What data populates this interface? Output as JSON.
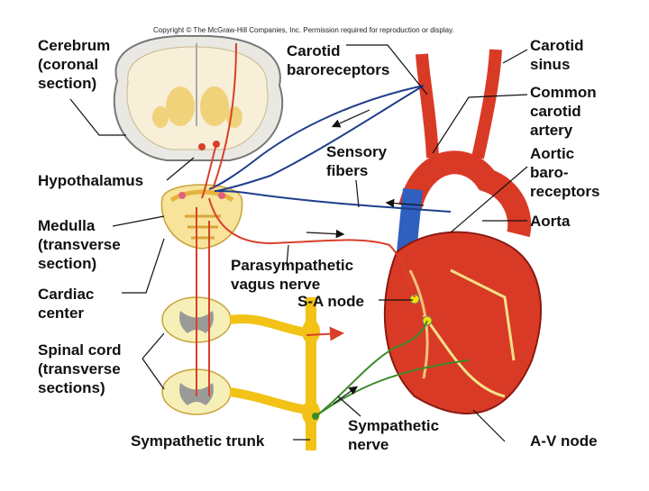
{
  "copyright": "Copyright © The McGraw-Hill Companies, Inc. Permission required for reproduction or display.",
  "labels": {
    "cerebrum": [
      "Cerebrum",
      "(coronal",
      "section)"
    ],
    "hypothalamus": [
      "Hypothalamus"
    ],
    "medulla": [
      "Medulla",
      "(transverse",
      "section)"
    ],
    "cardiac_center": [
      "Cardiac",
      "center"
    ],
    "spinal_cord": [
      "Spinal cord",
      "(transverse",
      "sections)"
    ],
    "sympathetic_trunk": [
      "Sympathetic trunk"
    ],
    "carotid_baroreceptors": [
      "Carotid",
      "baroreceptors"
    ],
    "carotid_sinus": [
      "Carotid",
      "sinus"
    ],
    "common_carotid_artery": [
      "Common",
      "carotid",
      "artery"
    ],
    "sensory_fibers": [
      "Sensory",
      "fibers"
    ],
    "aortic_baroreceptors": [
      "Aortic",
      "baro-",
      "receptors"
    ],
    "aorta": [
      "Aorta"
    ],
    "parasympathetic_vagus_nerve": [
      "Parasympathetic",
      "vagus nerve"
    ],
    "sa_node": [
      "S-A node"
    ],
    "sympathetic_nerve": [
      "Sympathetic",
      "nerve"
    ],
    "av_node": [
      "A-V node"
    ]
  },
  "colors": {
    "sensory_nerve": "#1f3f8c",
    "motor_nerve": "#d8402a",
    "sympathetic_nerve": "#3c8a2a",
    "sympathetic_chain": "#f2c316",
    "heart": "#d93a26",
    "vein": "#2f5fbf",
    "gray_matter": "#f0d27a",
    "white_matter": "#f7efd8"
  }
}
